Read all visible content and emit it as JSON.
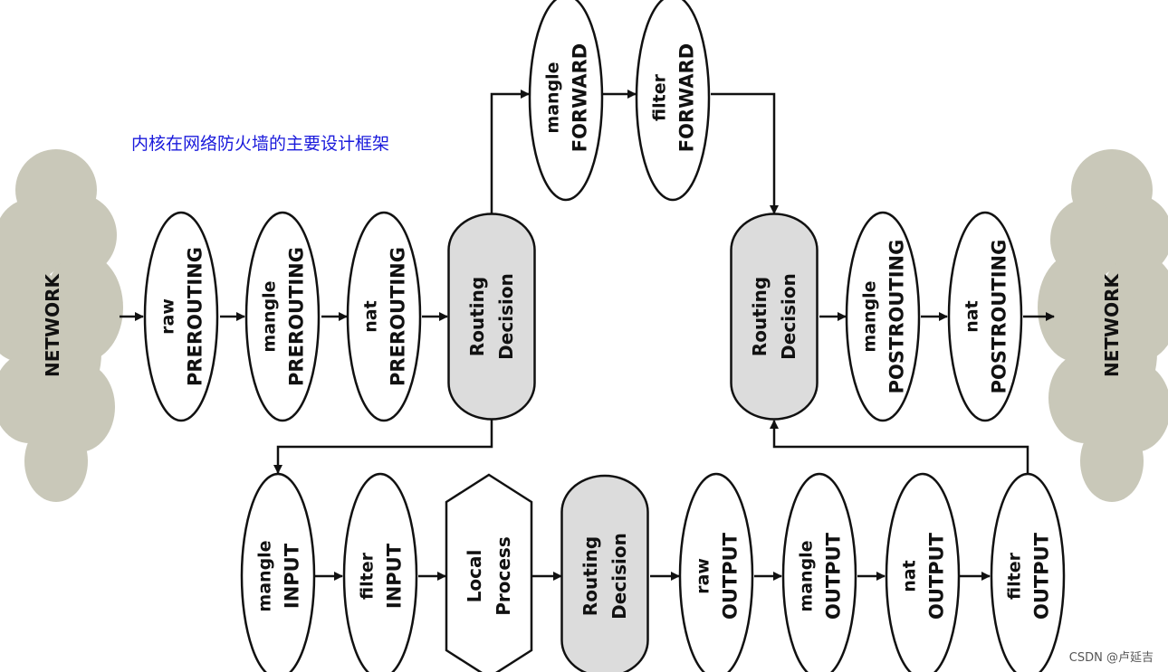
{
  "caption": "内核在网络防火墙的主要设计框架",
  "watermark": "CSDN @卢延吉",
  "colors": {
    "line": "#111111",
    "cloud": "#c9c8b9",
    "decision_fill": "#dcdcdc",
    "caption": "#1a1adb"
  },
  "nodes": {
    "network_in": "NETWORK",
    "network_out": "NETWORK",
    "raw_prerouting": [
      "raw",
      "PREROUTING"
    ],
    "mangle_prerouting": [
      "mangle",
      "PREROUTING"
    ],
    "nat_prerouting": [
      "nat",
      "PREROUTING"
    ],
    "routing_decision_1": [
      "Routing",
      "Decision"
    ],
    "mangle_forward": [
      "mangle",
      "FORWARD"
    ],
    "filter_forward": [
      "filter",
      "FORWARD"
    ],
    "routing_decision_2": [
      "Routing",
      "Decision"
    ],
    "mangle_postrouting": [
      "mangle",
      "POSTROUTING"
    ],
    "nat_postrouting": [
      "nat",
      "POSTROUTING"
    ],
    "mangle_input": [
      "mangle",
      "INPUT"
    ],
    "filter_input": [
      "filter",
      "INPUT"
    ],
    "local_process": [
      "Local",
      "Process"
    ],
    "routing_decision_3": [
      "Routing",
      "Decision"
    ],
    "raw_output": [
      "raw",
      "OUTPUT"
    ],
    "mangle_output": [
      "mangle",
      "OUTPUT"
    ],
    "nat_output": [
      "nat",
      "OUTPUT"
    ],
    "filter_output": [
      "filter",
      "OUTPUT"
    ]
  }
}
